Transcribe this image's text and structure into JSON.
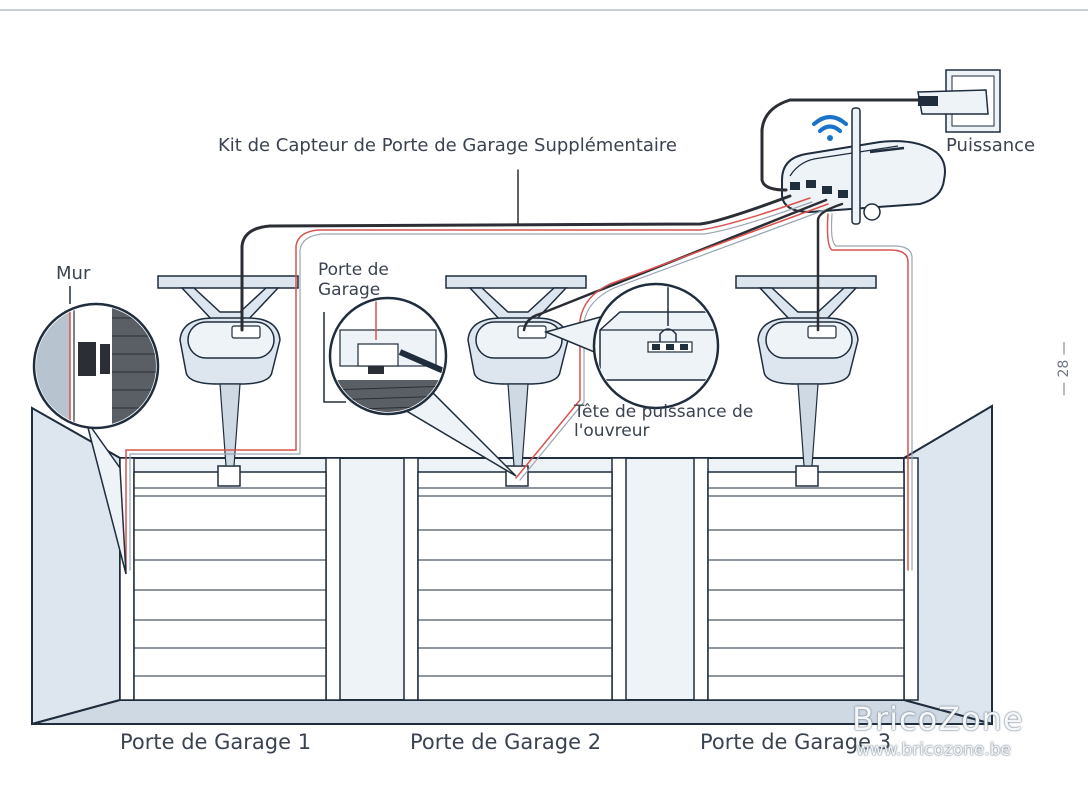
{
  "labels": {
    "kit": "Kit de Capteur de Porte de Garage Supplémentaire",
    "power": "Puissance",
    "wall": "Mur",
    "garage_door_line1": "Porte de",
    "garage_door_line2": "Garage",
    "opener_head_line1": "Tête de puissance de",
    "opener_head_line2": "l'ouvreur",
    "door1": "Porte de Garage 1",
    "door2": "Porte de Garage 2",
    "door3": "Porte de Garage 3"
  },
  "page_number": "28",
  "watermark": {
    "brand": "BricoZone",
    "url": "www.bricozone.be"
  },
  "colors": {
    "outline": "#1f2d3d",
    "fill_light": "#e8eef4",
    "fill_mid": "#d3dde7",
    "wifi": "#1a73c9",
    "wire_red": "#d9534f",
    "wire_dark": "#2b2f35"
  }
}
